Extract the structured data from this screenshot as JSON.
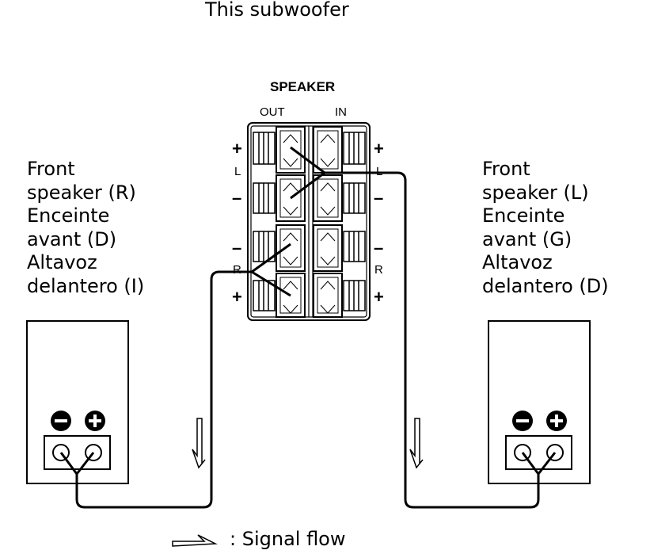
{
  "title": "This subwoofer",
  "panel": {
    "heading": "SPEAKER",
    "out_label": "OUT",
    "in_label": "IN",
    "plus": "+",
    "minus": "–",
    "left_channel": "L",
    "right_channel": "R"
  },
  "front_right": {
    "en1": "Front",
    "en2": "speaker (R)",
    "fr1": "Enceinte",
    "fr2": "avant (D)",
    "es1": "Altavoz",
    "es2": "delantero (I)"
  },
  "front_left": {
    "en1": "Front",
    "en2": "speaker (L)",
    "fr1": "Enceinte",
    "fr2": "avant (G)",
    "es1": "Altavoz",
    "es2": "delantero (D)"
  },
  "legend": ": Signal flow"
}
